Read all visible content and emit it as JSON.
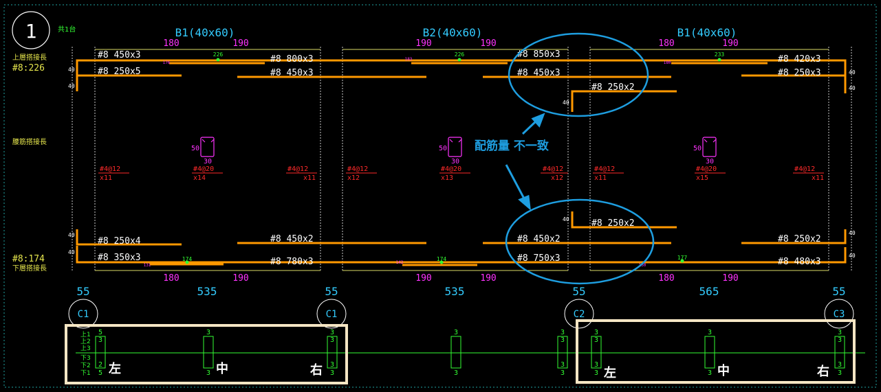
{
  "sheet": {
    "circle_number": "1",
    "tag": "共1台"
  },
  "left_notes": {
    "top_label": "上層搭接長",
    "top_value": "#8:226",
    "web_label": "腰筋搭接長",
    "bottom_value": "#8:174",
    "bottom_label": "下層搭接長"
  },
  "beams": [
    {
      "label": "B1(40x60)"
    },
    {
      "label": "B2(40x60)"
    },
    {
      "label": "B1(40x60)"
    }
  ],
  "top_dims": [
    "180",
    "190",
    "190",
    "190",
    "180",
    "190"
  ],
  "bottom_dims": [
    "180",
    "190",
    "190",
    "190",
    "180",
    "190"
  ],
  "splice_top": [
    "226",
    "226",
    "233"
  ],
  "splice_top_small": [
    "176",
    "183",
    "180"
  ],
  "splice_bottom": [
    "174",
    "174",
    "177"
  ],
  "splice_bottom_small": [
    "131",
    "142",
    "130"
  ],
  "hook_40": "40",
  "top_bars": [
    "#8 450x3",
    "#8 800x3",
    "#8 850x3",
    "#8 420x3",
    "#8 250x5",
    "#8 450x3",
    "#8 450x3",
    "#8 250x3",
    "#8 250x2"
  ],
  "bottom_bars": [
    "#8 250x4",
    "#8 450x2",
    "#8 450x2",
    "#8 250x2",
    "#8 350x3",
    "#8 780x3",
    "#8 750x3",
    "#8 480x3",
    "#8 250x2"
  ],
  "stirrups": [
    {
      "label": "#4@12",
      "count": "x11"
    },
    {
      "label": "#4@20",
      "count": "x14"
    },
    {
      "label": "#4@12",
      "count": "x11"
    },
    {
      "label": "#4@12",
      "count": "x12"
    },
    {
      "label": "#4@20",
      "count": "x13"
    },
    {
      "label": "#4@12",
      "count": "x12"
    },
    {
      "label": "#4@12",
      "count": "x11"
    },
    {
      "label": "#4@20",
      "count": "x15"
    },
    {
      "label": "#4@12",
      "count": "x11"
    }
  ],
  "section": {
    "h": "50",
    "w": "30"
  },
  "annotation": {
    "text": "配筋量 不一致"
  },
  "spans": [
    "55",
    "535",
    "55",
    "535",
    "55",
    "565",
    "55"
  ],
  "columns": [
    "C1",
    "C1",
    "C2",
    "C3"
  ],
  "positions": {
    "left": "左",
    "mid": "中",
    "right": "右"
  },
  "stack_labels": [
    "上1",
    "上2",
    "上3",
    "下3",
    "下2",
    "下1"
  ],
  "pier_numbers": {
    "top_a": "5",
    "top_b": "3",
    "bot_a": "2",
    "bot_b": "5",
    "three": "3"
  },
  "colors": {
    "rebar": "#ff9900",
    "magenta": "#ff00ff",
    "cyan": "#33ccff",
    "red": "#ff2a2a",
    "yellow": "#e6e64d",
    "green": "#33ff33",
    "callout": "#1e9ee0",
    "frame": "#f5e6c4"
  }
}
